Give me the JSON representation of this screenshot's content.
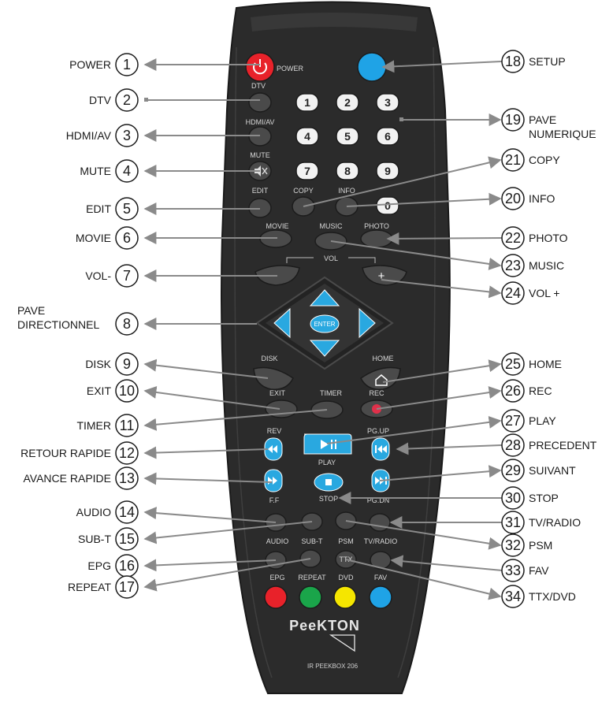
{
  "brand": "PeeKTON",
  "model": "IR PEEKBOX 206",
  "colors": {
    "remote_body": "#2b2b2b",
    "button": "#4a4a4a",
    "key_white": "#f2f2f2",
    "power": "#e8222a",
    "setup": "#1fa3e6",
    "dpad": "#29a8e0",
    "rec": "#e0304a",
    "red": "#e8222a",
    "green": "#1aa54a",
    "yellow": "#f5e600",
    "blue": "#1fa3e6",
    "leader": "#8a8a8a"
  },
  "icons": {
    "power": "power-icon",
    "mute": "mute-icon",
    "home": "home-icon",
    "play_pause": "play-pause-icon",
    "rewind": "rewind-icon",
    "fast_forward": "fast-forward-icon",
    "previous": "skip-previous-icon",
    "next": "skip-next-icon",
    "stop": "stop-icon"
  },
  "remote_labels": {
    "power": "POWER",
    "setup": "SETUP",
    "dtv": "DTV",
    "hdmiav": "HDMI/AV",
    "mute": "MUTE",
    "edit": "EDIT",
    "copy": "COPY",
    "info": "INFO",
    "movie": "MOVIE",
    "music": "MUSIC",
    "photo": "PHOTO",
    "vol": "VOL",
    "vol_minus": "-",
    "vol_plus": "+",
    "enter": "ENTER",
    "disk": "DISK",
    "home": "HOME",
    "exit": "EXIT",
    "timer": "TIMER",
    "rec": "REC",
    "rev": "REV",
    "pgup": "PG.UP",
    "play": "PLAY",
    "ff": "F.F",
    "stop": "STOP",
    "pgdn": "PG.DN",
    "audio": "AUDIO",
    "subt": "SUB-T",
    "psm": "PSM",
    "tvradio": "TV/RADIO",
    "epg": "EPG",
    "repeat": "REPEAT",
    "ttx": "TTX",
    "dvd": "DVD",
    "fav": "FAV"
  },
  "keypad": [
    "1",
    "2",
    "3",
    "4",
    "5",
    "6",
    "7",
    "8",
    "9",
    "0"
  ],
  "callouts_left": [
    {
      "num": "1",
      "label": "POWER"
    },
    {
      "num": "2",
      "label": "DTV"
    },
    {
      "num": "3",
      "label": "HDMI/AV"
    },
    {
      "num": "4",
      "label": "MUTE"
    },
    {
      "num": "5",
      "label": "EDIT"
    },
    {
      "num": "6",
      "label": "MOVIE"
    },
    {
      "num": "7",
      "label": "VOL-"
    },
    {
      "num": "8",
      "label": "PAVE",
      "label2": "DIRECTIONNEL"
    },
    {
      "num": "9",
      "label": "DISK"
    },
    {
      "num": "10",
      "label": "EXIT"
    },
    {
      "num": "11",
      "label": "TIMER"
    },
    {
      "num": "12",
      "label": "RETOUR RAPIDE"
    },
    {
      "num": "13",
      "label": "AVANCE RAPIDE"
    },
    {
      "num": "14",
      "label": "AUDIO"
    },
    {
      "num": "15",
      "label": "SUB-T"
    },
    {
      "num": "16",
      "label": "EPG"
    },
    {
      "num": "17",
      "label": "REPEAT"
    }
  ],
  "callouts_right": [
    {
      "num": "18",
      "label": "SETUP"
    },
    {
      "num": "19",
      "label": "PAVE",
      "label2": "NUMERIQUE"
    },
    {
      "num": "21",
      "label": "COPY"
    },
    {
      "num": "20",
      "label": "INFO"
    },
    {
      "num": "22",
      "label": "PHOTO"
    },
    {
      "num": "23",
      "label": "MUSIC"
    },
    {
      "num": "24",
      "label": "VOL +"
    },
    {
      "num": "25",
      "label": "HOME"
    },
    {
      "num": "26",
      "label": "REC"
    },
    {
      "num": "27",
      "label": "PLAY"
    },
    {
      "num": "28",
      "label": "PRECEDENT"
    },
    {
      "num": "29",
      "label": "SUIVANT"
    },
    {
      "num": "30",
      "label": "STOP"
    },
    {
      "num": "31",
      "label": "TV/RADIO"
    },
    {
      "num": "32",
      "label": "PSM"
    },
    {
      "num": "33",
      "label": "FAV"
    },
    {
      "num": "34",
      "label": "TTX/DVD"
    }
  ]
}
